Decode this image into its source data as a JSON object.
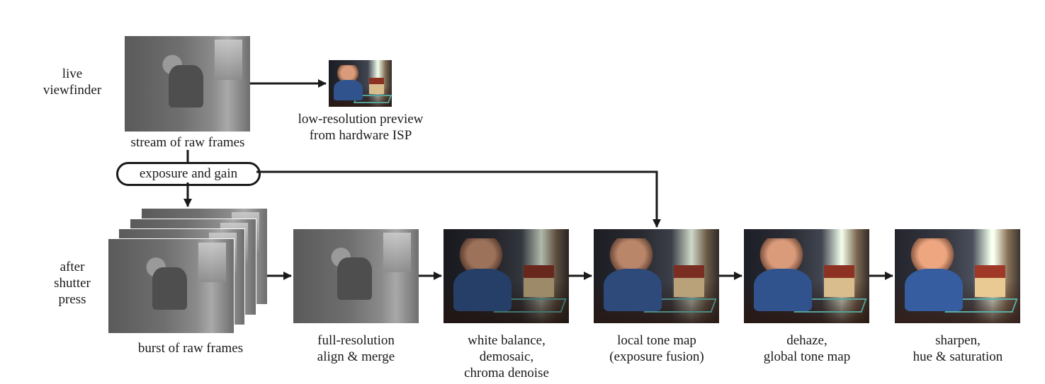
{
  "rows": {
    "live_label": [
      "live",
      "viewfinder"
    ],
    "after_label": [
      "after",
      "shutter",
      "press"
    ]
  },
  "labels": {
    "stream": "stream of raw frames",
    "preview": [
      "low-resolution preview",
      "from hardware ISP"
    ],
    "exposure": "exposure and gain",
    "burst": "burst of raw frames",
    "align": [
      "full-resolution",
      "align & merge"
    ],
    "white_balance": [
      "white balance,",
      "demosaic,",
      "chroma denoise"
    ],
    "local_tone": [
      "local tone map",
      "(exposure fusion)"
    ],
    "dehaze": [
      "dehaze,",
      "global tone map"
    ],
    "sharpen": [
      "sharpen,",
      "hue & saturation"
    ]
  },
  "colors": {
    "line": "#1a1a1a"
  }
}
